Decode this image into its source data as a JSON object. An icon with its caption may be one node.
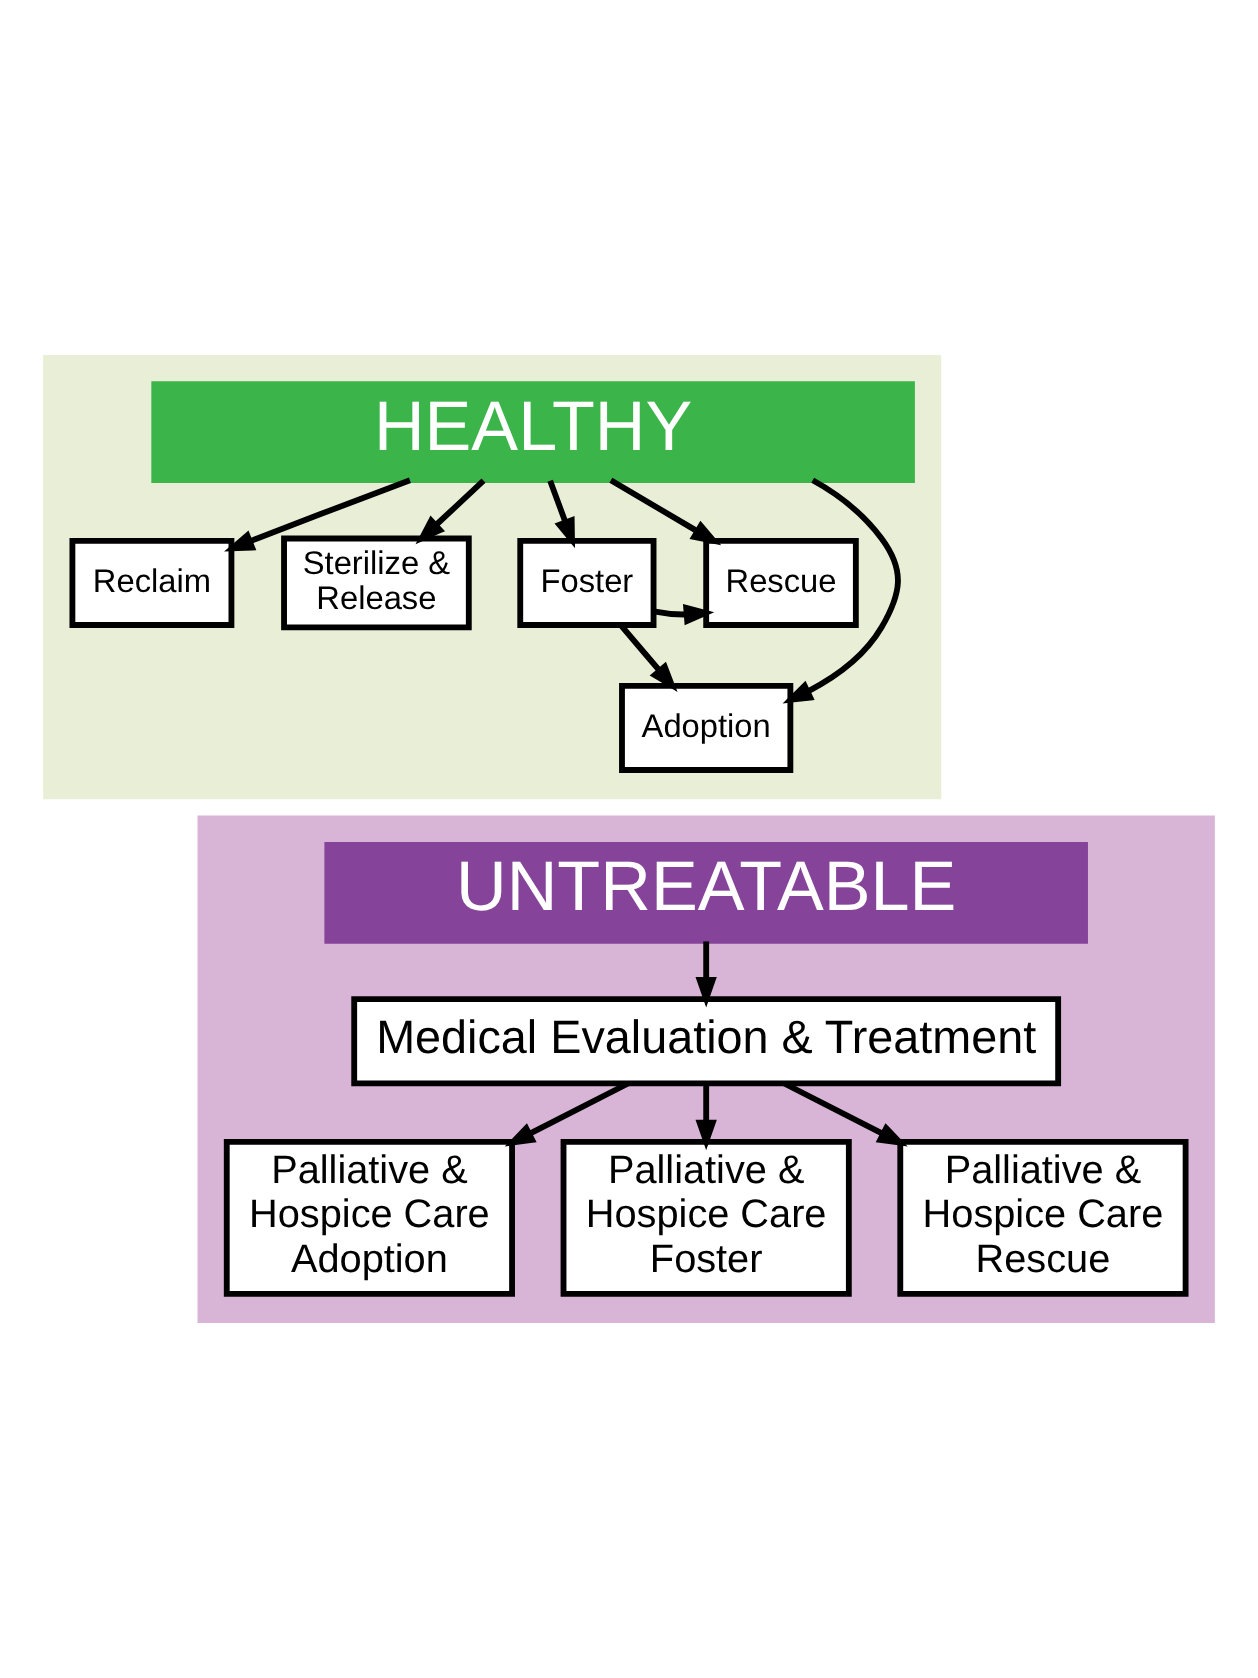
{
  "diagram": {
    "nodes": [
      {
        "text": [],
        "shape": "box"
      },
      {
        "text": [
          "HEALTHY"
        ],
        "in": 0
      },
      {
        "text": [
          "Reclaim"
        ],
        "in": 0
      },
      {
        "text": [
          "Sterilize & Release"
        ],
        "in": 0
      },
      {
        "text": [
          "Foster"
        ],
        "in": 0
      },
      {
        "text": [
          "Rescue"
        ],
        "in": 0
      },
      {
        "text": [
          "Adoption"
        ],
        "in": 0
      },
      {
        "text": [],
        "shape": "box"
      },
      {
        "text": [
          "UNTREATABLE"
        ],
        "in": 7
      },
      {
        "text": [
          "Medical Evaluation & Treatment"
        ],
        "in": 7
      },
      {
        "text": [
          "Palliative & Hospice Care Adoption"
        ],
        "in": 7
      },
      {
        "text": [
          "Palliative & Hospice Care Foster"
        ],
        "in": 7
      },
      {
        "text": [
          "Palliative & Hospice Care Rescue"
        ],
        "in": 7
      }
    ],
    "edges": [
      {
        "from": 1,
        "to": 2,
        "arrow": "to"
      },
      {
        "from": 1,
        "to": 3,
        "arrow": "to"
      },
      {
        "from": 1,
        "to": 6,
        "arrow": "to"
      },
      {
        "from": 1,
        "to": 4,
        "arrow": "to"
      },
      {
        "from": 1,
        "to": 5,
        "arrow": "to"
      },
      {
        "from": 4,
        "to": 5,
        "arrow": "to"
      },
      {
        "from": 4,
        "to": 6,
        "arrow": "to"
      },
      {
        "from": 8,
        "to": 9,
        "arrow": "to"
      },
      {
        "from": 9,
        "to": 10,
        "arrow": "to"
      },
      {
        "from": 9,
        "to": 11,
        "arrow": "to"
      },
      {
        "from": 9,
        "to": 12,
        "arrow": "to"
      }
    ]
  }
}
